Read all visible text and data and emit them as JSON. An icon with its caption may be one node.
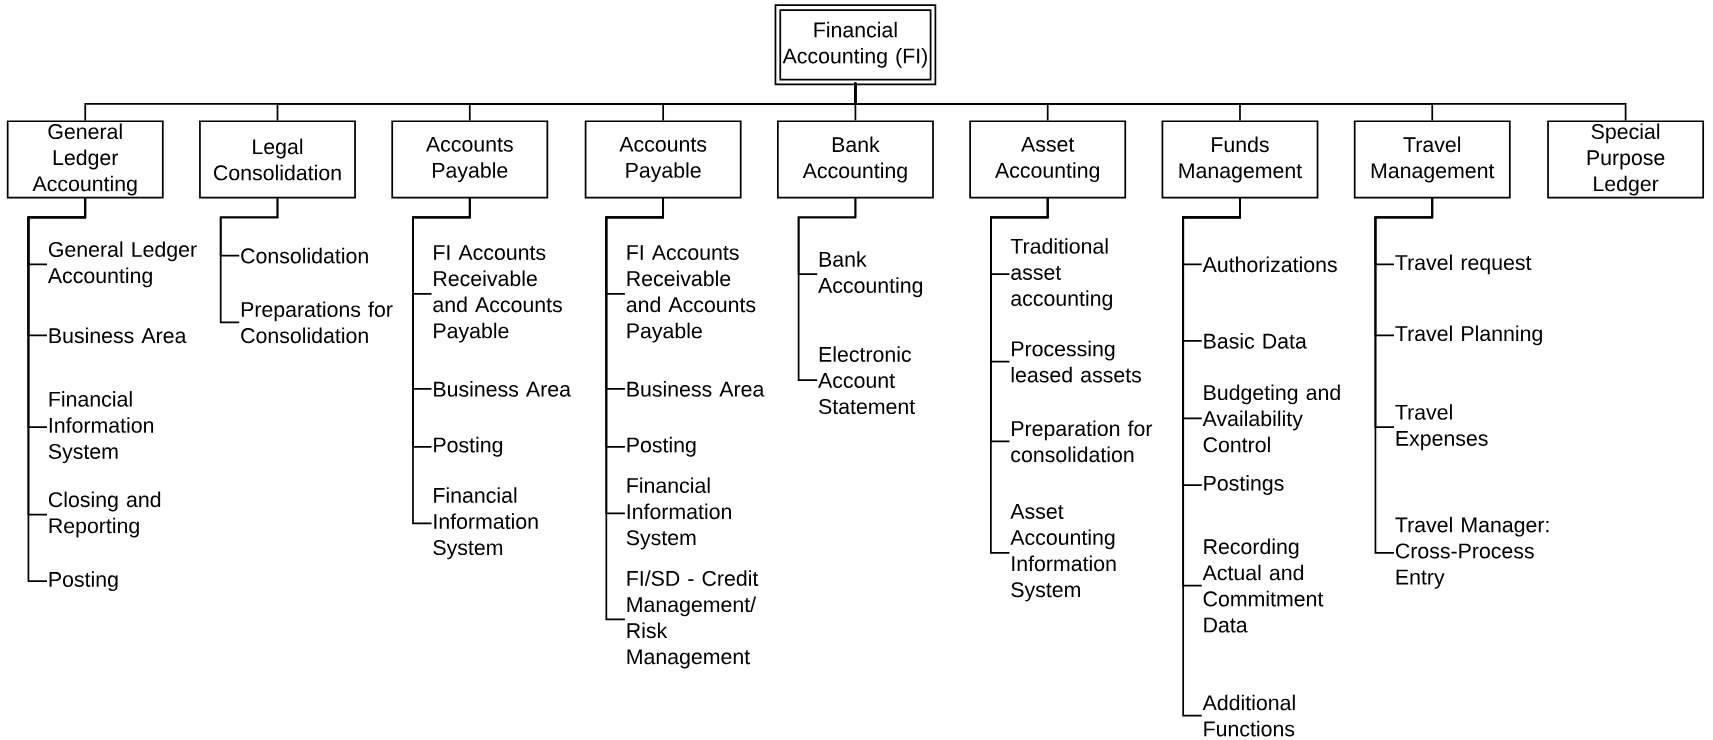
{
  "diagram": {
    "nodes": [
      {
        "text": [
          "Financial Accounting (FI)"
        ]
      },
      {
        "text": [
          "General Ledger Accounting"
        ]
      },
      {
        "text": [
          "Legal Consolidation"
        ]
      },
      {
        "text": [
          "Accounts Payable"
        ]
      },
      {
        "text": [
          "Accounts Payable"
        ]
      },
      {
        "text": [
          "Bank Accounting"
        ]
      },
      {
        "text": [
          "Asset Accounting"
        ]
      },
      {
        "text": [
          "Funds Management"
        ]
      },
      {
        "text": [
          "Travel Management"
        ]
      },
      {
        "text": [
          "Special Purpose Ledger"
        ]
      },
      {
        "text": [
          "General Ledger Accounting"
        ]
      },
      {
        "text": [
          "Business Area"
        ]
      },
      {
        "text": [
          "Financial Information System"
        ]
      },
      {
        "text": [
          "Closing and Reporting"
        ]
      },
      {
        "text": [
          "Posting"
        ]
      },
      {
        "text": [
          "Consolidation"
        ]
      },
      {
        "text": [
          "Preparations for Consolidation"
        ]
      },
      {
        "text": [
          "FI Accounts Receivable and Accounts Payable"
        ]
      },
      {
        "text": [
          "Business Area"
        ]
      },
      {
        "text": [
          "Posting"
        ]
      },
      {
        "text": [
          "Financial Information System"
        ]
      },
      {
        "text": [
          "FI Accounts Receivable and Accounts Payable"
        ]
      },
      {
        "text": [
          "Business Area"
        ]
      },
      {
        "text": [
          "Posting"
        ]
      },
      {
        "text": [
          "Financial Information System"
        ]
      },
      {
        "text": [
          "FI/SD - Credit Management/ Risk Management"
        ]
      },
      {
        "text": [
          "Bank Accounting"
        ]
      },
      {
        "text": [
          "Electronic Account Statement"
        ]
      },
      {
        "text": [
          "Traditional asset accounting"
        ]
      },
      {
        "text": [
          "Processing leased assets"
        ]
      },
      {
        "text": [
          "Preparation for consolidation"
        ]
      },
      {
        "text": [
          "Asset Accounting Information System"
        ]
      },
      {
        "text": [
          "Authorizations"
        ]
      },
      {
        "text": [
          "Basic Data"
        ]
      },
      {
        "text": [
          "Budgeting and Availability Control"
        ]
      },
      {
        "text": [
          "Postings"
        ]
      },
      {
        "text": [
          "Recording Actual and Commitment Data"
        ]
      },
      {
        "text": [
          "Additional Functions"
        ]
      },
      {
        "text": [
          "Travel request"
        ]
      },
      {
        "text": [
          "Travel Planning"
        ]
      },
      {
        "text": [
          "Travel Expenses"
        ]
      },
      {
        "text": [
          "Travel Manager: Cross-Process Entry"
        ]
      }
    ],
    "edges": [
      {
        "from": 0,
        "to": 1,
        "arrow": "none"
      },
      {
        "from": 0,
        "to": 2,
        "arrow": "none"
      },
      {
        "from": 0,
        "to": 3,
        "arrow": "none"
      },
      {
        "from": 0,
        "to": 4,
        "arrow": "none"
      },
      {
        "from": 0,
        "to": 5,
        "arrow": "none"
      },
      {
        "from": 0,
        "to": 6,
        "arrow": "none"
      },
      {
        "from": 0,
        "to": 7,
        "arrow": "none"
      },
      {
        "from": 0,
        "to": 8,
        "arrow": "none"
      },
      {
        "from": 0,
        "to": 9,
        "arrow": "none"
      },
      {
        "from": 1,
        "to": 10,
        "arrow": "none"
      },
      {
        "from": 1,
        "to": 11,
        "arrow": "none"
      },
      {
        "from": 1,
        "to": 12,
        "arrow": "none"
      },
      {
        "from": 1,
        "to": 13,
        "arrow": "none"
      },
      {
        "from": 1,
        "to": 14,
        "arrow": "none"
      },
      {
        "from": 2,
        "to": 15,
        "arrow": "none"
      },
      {
        "from": 2,
        "to": 16,
        "arrow": "none"
      },
      {
        "from": 3,
        "to": 17,
        "arrow": "none"
      },
      {
        "from": 3,
        "to": 18,
        "arrow": "none"
      },
      {
        "from": 3,
        "to": 19,
        "arrow": "none"
      },
      {
        "from": 3,
        "to": 20,
        "arrow": "none"
      },
      {
        "from": 4,
        "to": 21,
        "arrow": "none"
      },
      {
        "from": 4,
        "to": 22,
        "arrow": "none"
      },
      {
        "from": 4,
        "to": 23,
        "arrow": "none"
      },
      {
        "from": 4,
        "to": 24,
        "arrow": "none"
      },
      {
        "from": 4,
        "to": 25,
        "arrow": "none"
      },
      {
        "from": 5,
        "to": 26,
        "arrow": "none"
      },
      {
        "from": 5,
        "to": 27,
        "arrow": "none"
      },
      {
        "from": 6,
        "to": 28,
        "arrow": "none"
      },
      {
        "from": 6,
        "to": 29,
        "arrow": "none"
      },
      {
        "from": 6,
        "to": 30,
        "arrow": "none"
      },
      {
        "from": 6,
        "to": 31,
        "arrow": "none"
      },
      {
        "from": 7,
        "to": 32,
        "arrow": "none"
      },
      {
        "from": 7,
        "to": 33,
        "arrow": "none"
      },
      {
        "from": 7,
        "to": 34,
        "arrow": "none"
      },
      {
        "from": 7,
        "to": 35,
        "arrow": "none"
      },
      {
        "from": 7,
        "to": 36,
        "arrow": "none"
      },
      {
        "from": 7,
        "to": 37,
        "arrow": "none"
      },
      {
        "from": 8,
        "to": 38,
        "arrow": "none"
      },
      {
        "from": 8,
        "to": 39,
        "arrow": "none"
      },
      {
        "from": 8,
        "to": 40,
        "arrow": "none"
      },
      {
        "from": 8,
        "to": 41,
        "arrow": "none"
      }
    ]
  }
}
